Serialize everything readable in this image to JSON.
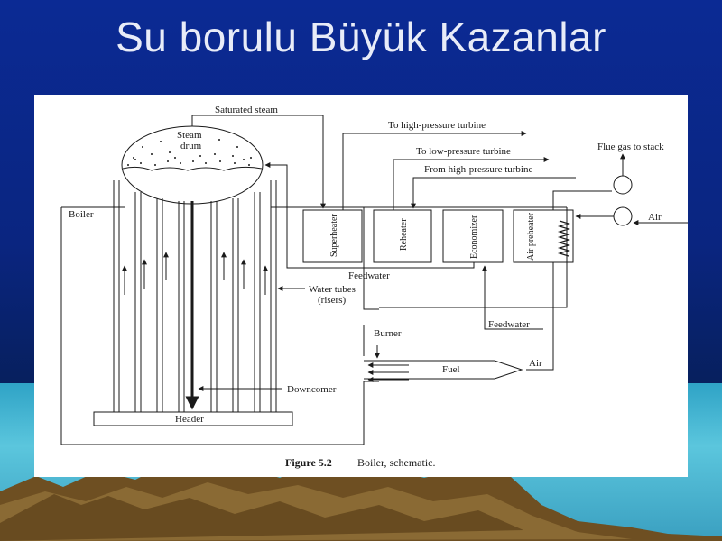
{
  "slide": {
    "title": "Su borulu Büyük Kazanlar",
    "colors": {
      "background": "#0b2a94",
      "title_text": "#e8ecf8",
      "water": "#4fb9d6",
      "rock": "#7a5a2a"
    }
  },
  "figure": {
    "labels": {
      "saturated_steam": "Saturated steam",
      "steam_drum_line1": "Steam",
      "steam_drum_line2": "drum",
      "to_hp_turbine": "To high-pressure turbine",
      "to_lp_turbine": "To low-pressure turbine",
      "from_hp_turbine": "From high-pressure turbine",
      "flue_gas": "Flue gas to stack",
      "air_top": "Air",
      "boiler": "Boiler",
      "superheater": "Superheater",
      "reheater": "Reheater",
      "economizer": "Economizer",
      "air_preheater": "Air preheater",
      "feedwater_top": "Feedwater",
      "water_tubes_line1": "Water tubes",
      "water_tubes_line2": "(risers)",
      "feedwater_bottom": "Feedwater",
      "burner": "Burner",
      "fuel": "Fuel",
      "air_bottom": "Air",
      "downcomer": "Downcomer",
      "header": "Header",
      "caption_bold": "Figure 5.2",
      "caption_text": "Boiler, schematic."
    }
  }
}
